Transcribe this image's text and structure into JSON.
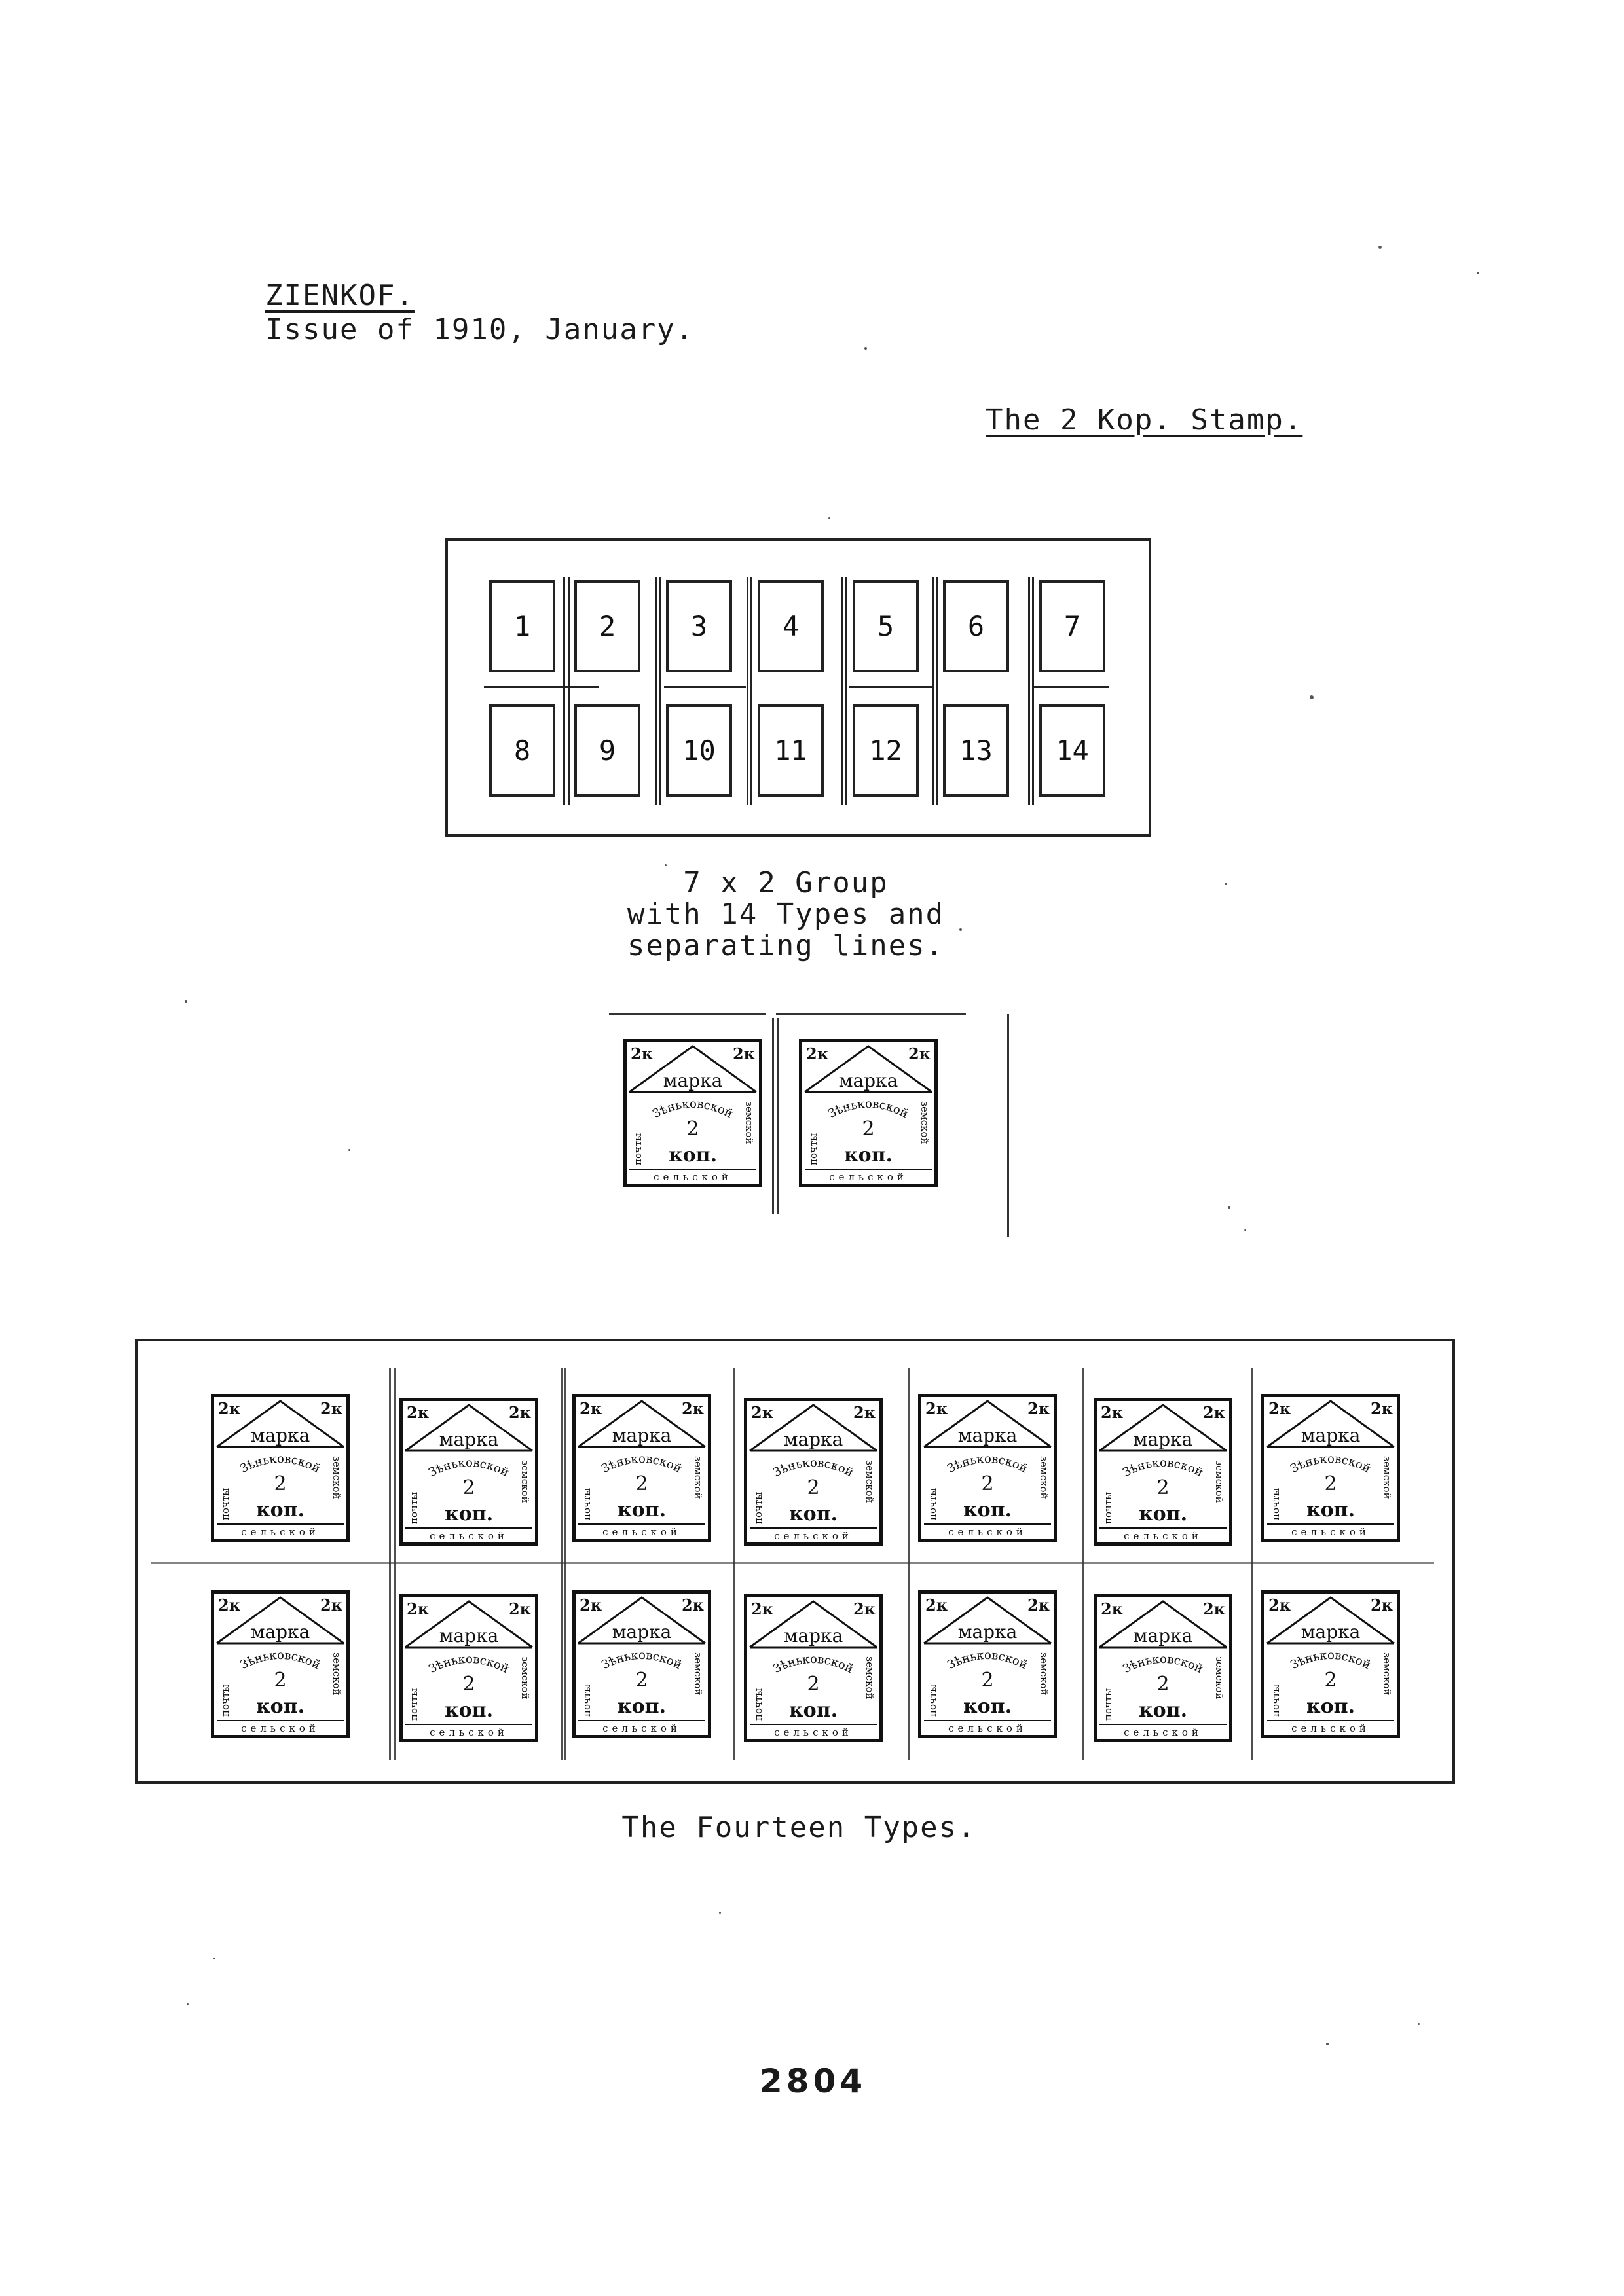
{
  "header": {
    "country": "ZIENKOF.",
    "issue": "Issue of 1910, January.",
    "stamp_title": "The 2 Kop. Stamp."
  },
  "diagram": {
    "cells": [
      "1",
      "2",
      "3",
      "4",
      "5",
      "6",
      "7",
      "8",
      "9",
      "10",
      "11",
      "12",
      "13",
      "14"
    ],
    "caption_lines": [
      "7 x 2 Group",
      "with 14 Types and",
      "separating lines."
    ]
  },
  "stamp_design": {
    "corner_value": "2к",
    "top_word": "марка",
    "arc_text": "Зѣньковской",
    "value": "2",
    "unit": "коп.",
    "left_side": "почты",
    "right_side": "земской",
    "bottom_text": "сельской"
  },
  "types_caption": "The Fourteen Types.",
  "page_number": "2804"
}
